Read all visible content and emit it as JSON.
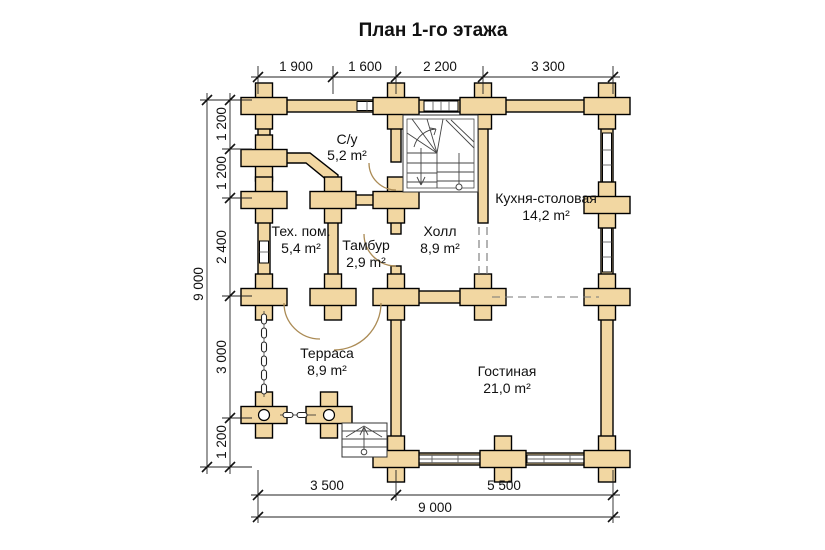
{
  "title": "План 1-го этажа",
  "colors": {
    "wall": "#f2d7a2",
    "outline": "#000000",
    "dash_line": "#777777",
    "door_arc": "#ab8b55"
  },
  "dimensions": {
    "top": [
      "1 900",
      "1 600",
      "2 200",
      "3 300"
    ],
    "left": [
      "1 200",
      "1 200",
      "2 400",
      "3 000",
      "1 200"
    ],
    "left_total": "9 000",
    "bottom": [
      "3 500",
      "5 500"
    ],
    "bottom_total": "9 000"
  },
  "rooms": [
    {
      "name": "С/у",
      "area": "5,2 m²"
    },
    {
      "name": "Тех. пом.",
      "area": "5,4 m²"
    },
    {
      "name": "Тамбур",
      "area": "2,9 m²"
    },
    {
      "name": "Холл",
      "area": "8,9 m²"
    },
    {
      "name": "Кухня-столовая",
      "area": "14,2 m²"
    },
    {
      "name": "Терраса",
      "area": "8,9 m²"
    },
    {
      "name": "Гостиная",
      "area": "21,0 m²"
    }
  ]
}
